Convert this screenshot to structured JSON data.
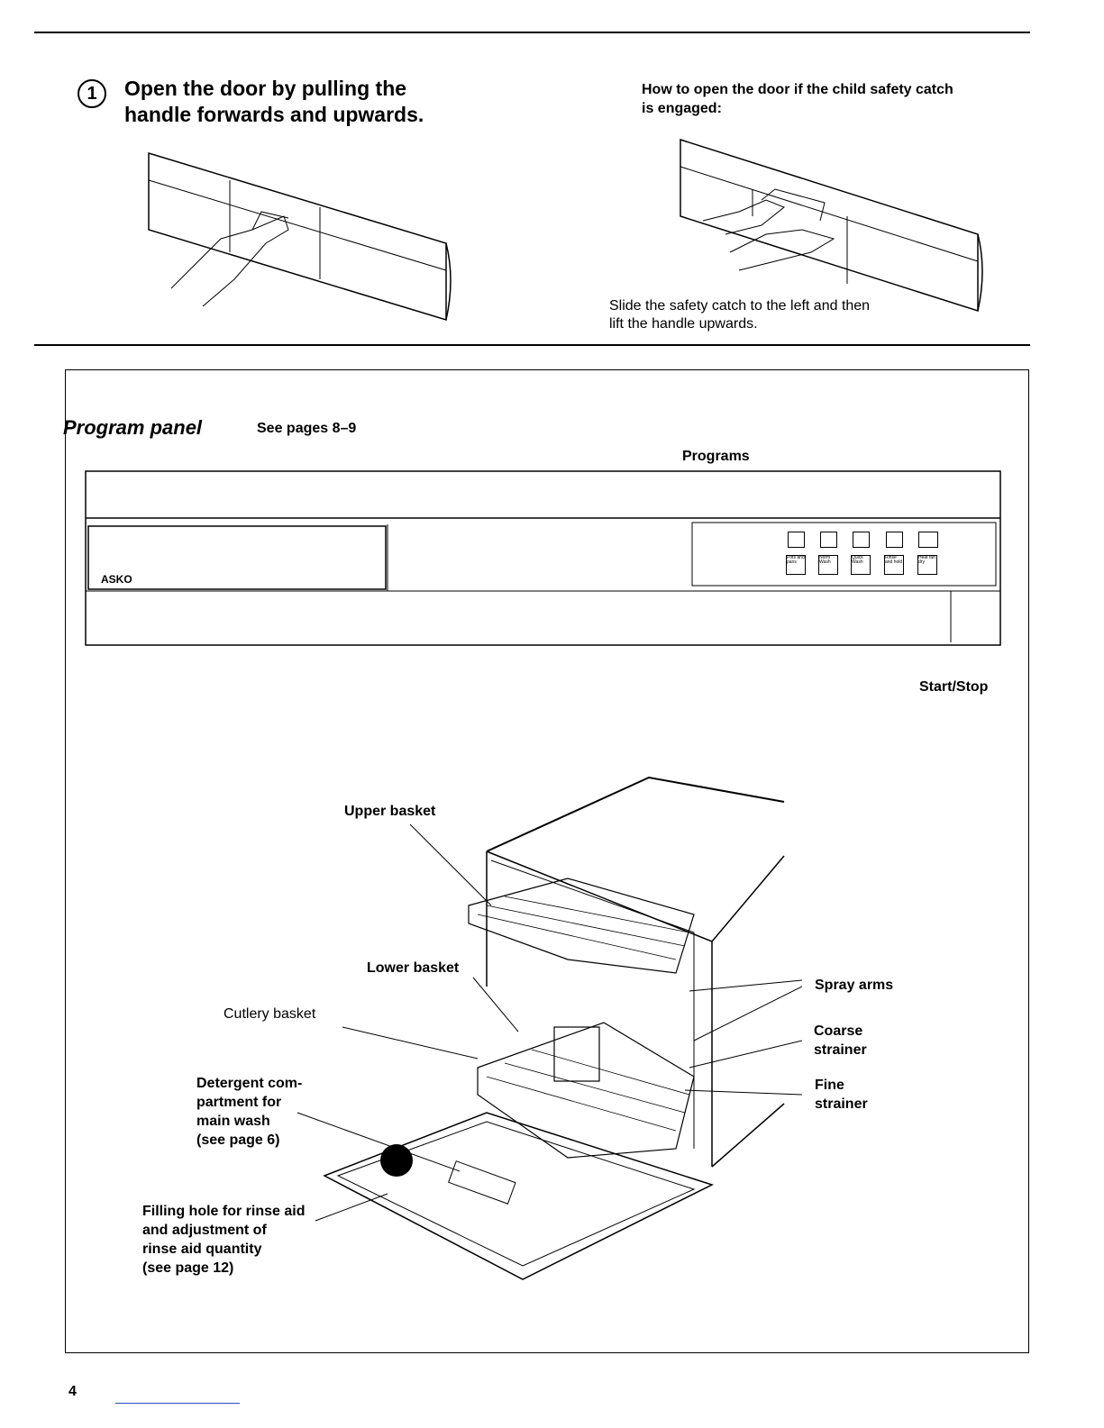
{
  "step1": {
    "number": "1",
    "title_line1": "Open the door by pulling the",
    "title_line2": "handle forwards and upwards."
  },
  "child_catch": {
    "heading_line1": "How to open the door if the child safety catch",
    "heading_line2": "is engaged:",
    "caption_line1": "Slide the safety catch to the left and then",
    "caption_line2": "lift the handle upwards."
  },
  "program_panel": {
    "title": "Program panel",
    "see_pages": "See pages 8–9",
    "programs_label": "Programs",
    "start_stop_label": "Start/Stop",
    "brand": "ASKO",
    "button_labels": [
      "Pots and pans",
      "Norm Wash",
      "Quick Wash",
      "Rinse and hold",
      "Heat fan dry"
    ]
  },
  "dishwasher_labels": {
    "upper_basket": "Upper basket",
    "lower_basket": "Lower basket",
    "cutlery_basket": "Cutlery basket",
    "detergent": "Detergent com-\npartment for\nmain wash\n(see page 6)",
    "filling_hole": "Filling hole for rinse aid\nand adjustment of\nrinse aid quantity\n(see page 12)",
    "spray_arms": "Spray arms",
    "coarse_strainer": "Coarse\nstrainer",
    "fine_strainer": "Fine\nstrainer"
  },
  "page_number": "4"
}
